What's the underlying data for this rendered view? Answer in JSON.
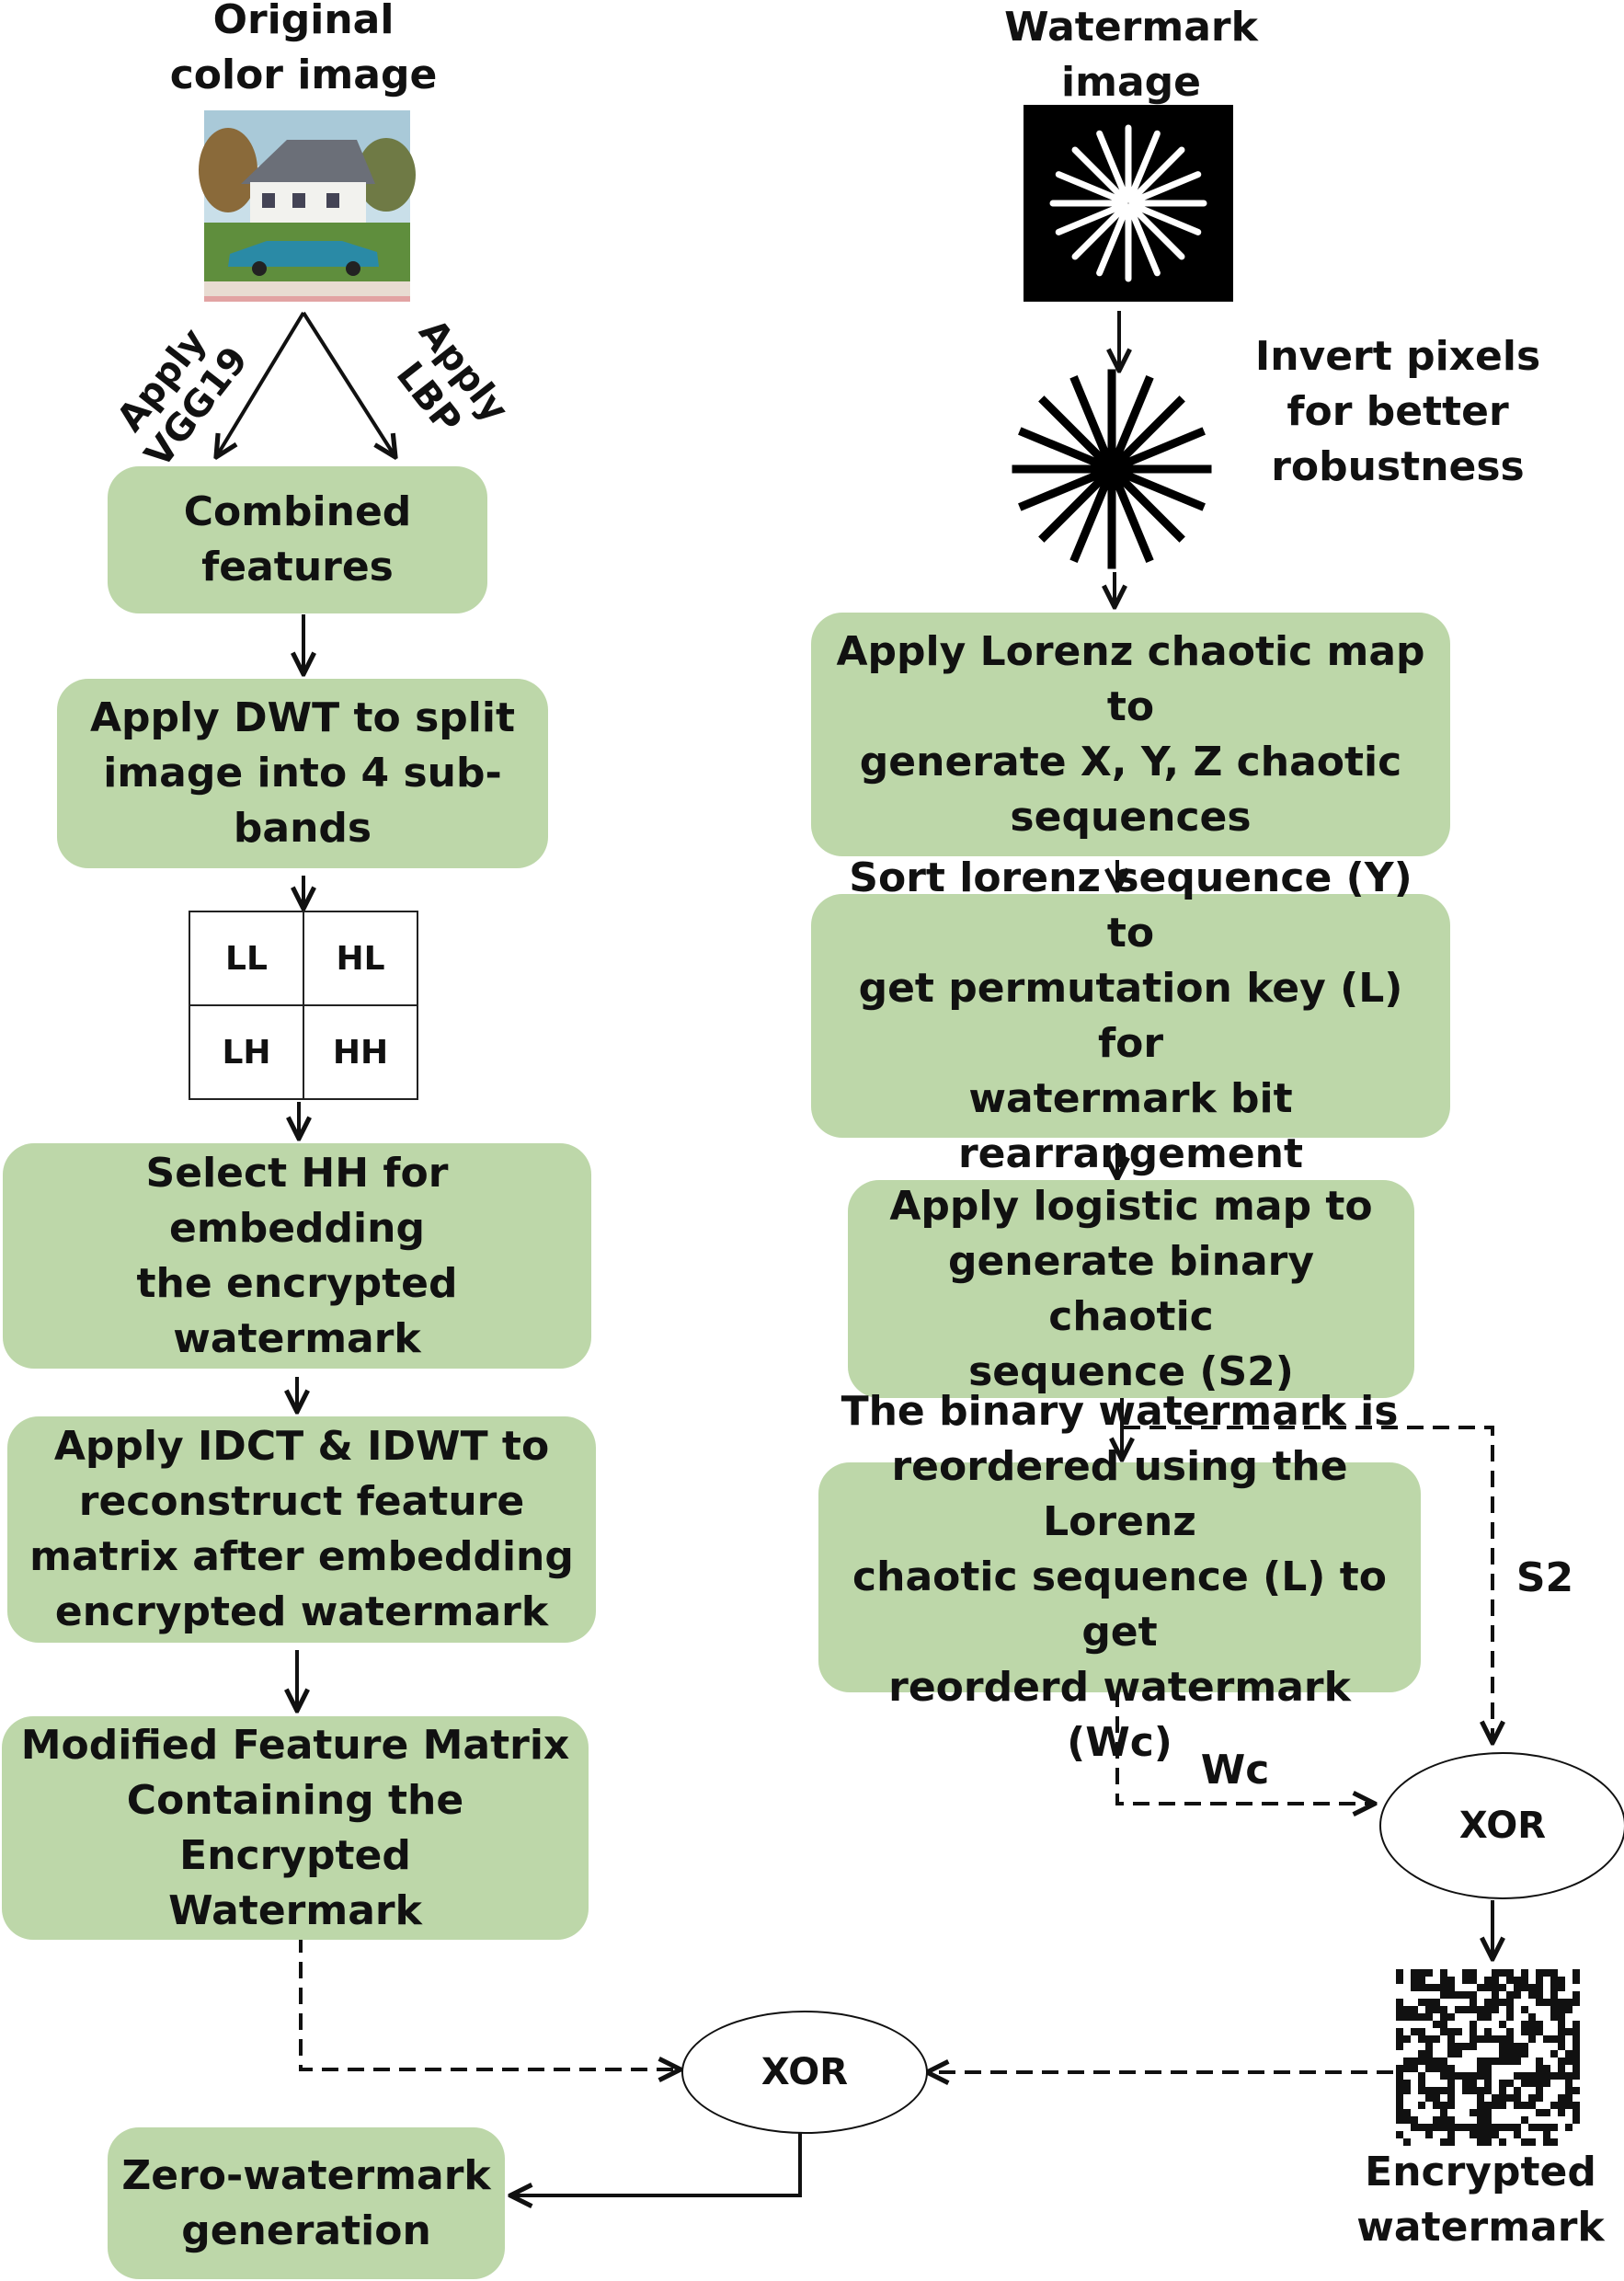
{
  "labels": {
    "original_image": "Original\ncolor image",
    "watermark_image": "Watermark\nimage",
    "apply_vgg19": "Apply\nVGG19",
    "apply_lbp": "Apply\nLBP",
    "invert_pixels": "Invert pixels\nfor better\nrobustness",
    "s2": "S2",
    "wc": "Wc",
    "encrypted_watermark": "Encrypted\nwatermark"
  },
  "left_boxes": {
    "combined_features": "Combined\nfeatures",
    "apply_dwt": "Apply DWT to split\nimage into 4 sub-\nbands",
    "select_hh": "Select HH for embedding\nthe encrypted watermark",
    "apply_idct": "Apply IDCT & IDWT to\nreconstruct feature\nmatrix after embedding\nencrypted watermark",
    "modified_matrix": "Modified Feature Matrix\nContaining the Encrypted\nWatermark",
    "zero_watermark": "Zero-watermark\ngeneration"
  },
  "right_boxes": {
    "lorenz": "Apply Lorenz chaotic map to\ngenerate X, Y, Z chaotic\nsequences",
    "sort_lorenz": "Sort lorenz sequence (Y) to\nget permutation key (L) for\nwatermark bit\nrearrangement",
    "logistic": "Apply logistic map to\ngenerate binary chaotic\nsequence (S2)",
    "reorder": "The binary watermark is\nreordered using the Lorenz\nchaotic sequence (L) to get\nreorderd watermark (Wc)"
  },
  "subbands": [
    "LL",
    "HL",
    "LH",
    "HH"
  ],
  "xor_nodes": {
    "right": "XOR",
    "bottom": "XOR"
  },
  "colors": {
    "box_fill": "#bdd7a9",
    "line": "#111111"
  }
}
